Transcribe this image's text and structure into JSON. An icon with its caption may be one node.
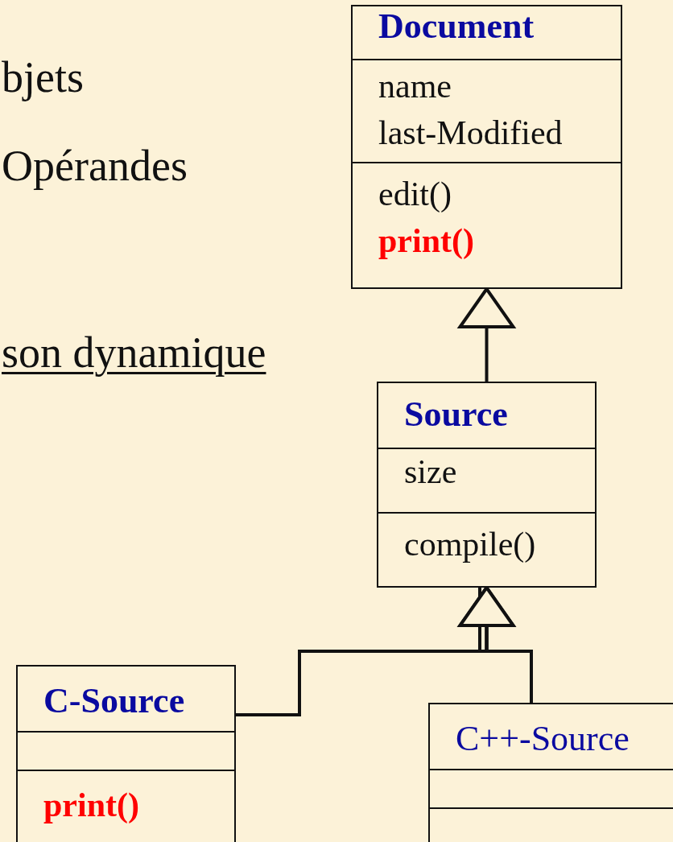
{
  "diagram": {
    "nodes": [
      {
        "text": [
          "Document",
          "name",
          "last-Modified",
          "edit()",
          "print()"
        ]
      },
      {
        "text": [
          "Source",
          "size",
          "compile()"
        ]
      },
      {
        "text": [
          "C-Source",
          "print()"
        ]
      },
      {
        "text": [
          "C++-Source"
        ]
      }
    ],
    "edges": [
      {
        "from": 1,
        "to": 0,
        "arrow": "to"
      },
      {
        "from": 2,
        "to": 1,
        "arrow": "to"
      },
      {
        "from": 3,
        "to": 1,
        "arrow": "to"
      }
    ],
    "labels": [
      "bjets",
      "Opérandes",
      "son dynamique"
    ]
  }
}
